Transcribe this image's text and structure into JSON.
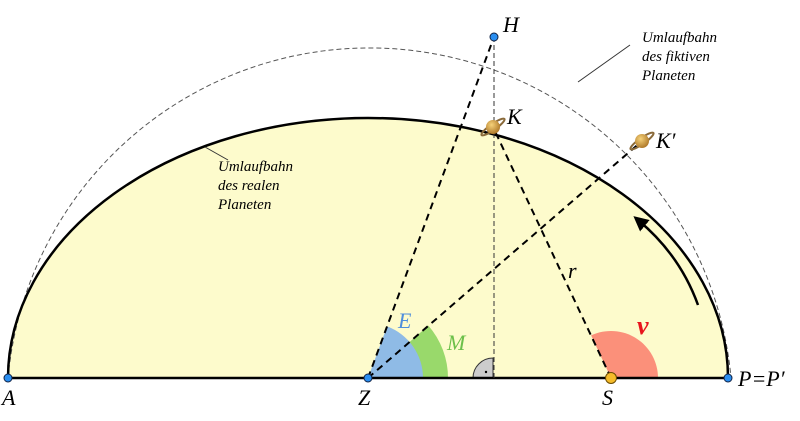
{
  "labels": {
    "A": "A",
    "Z": "Z",
    "S": "S",
    "P": "P=P′",
    "H": "H",
    "K": "K",
    "K_prime": "K′",
    "E": "E",
    "M": "M",
    "nu": "ν",
    "r": "r"
  },
  "annotations": {
    "fictive_orbit": [
      "Umlaufbahn",
      "des fiktiven",
      "Planeten"
    ],
    "real_orbit": [
      "Umlaufbahn",
      "des realen",
      "Planeten"
    ]
  },
  "colors": {
    "ellipse_fill": "#fdfbcc",
    "E_angle": "#8fbbe6",
    "M_angle": "#99d96b",
    "nu_angle": "#fb907a",
    "point_blue": "#2a8ef0",
    "point_sun": "#f5bb2a",
    "E_label": "#4f8fdc",
    "M_label": "#6cc04a",
    "nu_label": "#e8141c"
  }
}
